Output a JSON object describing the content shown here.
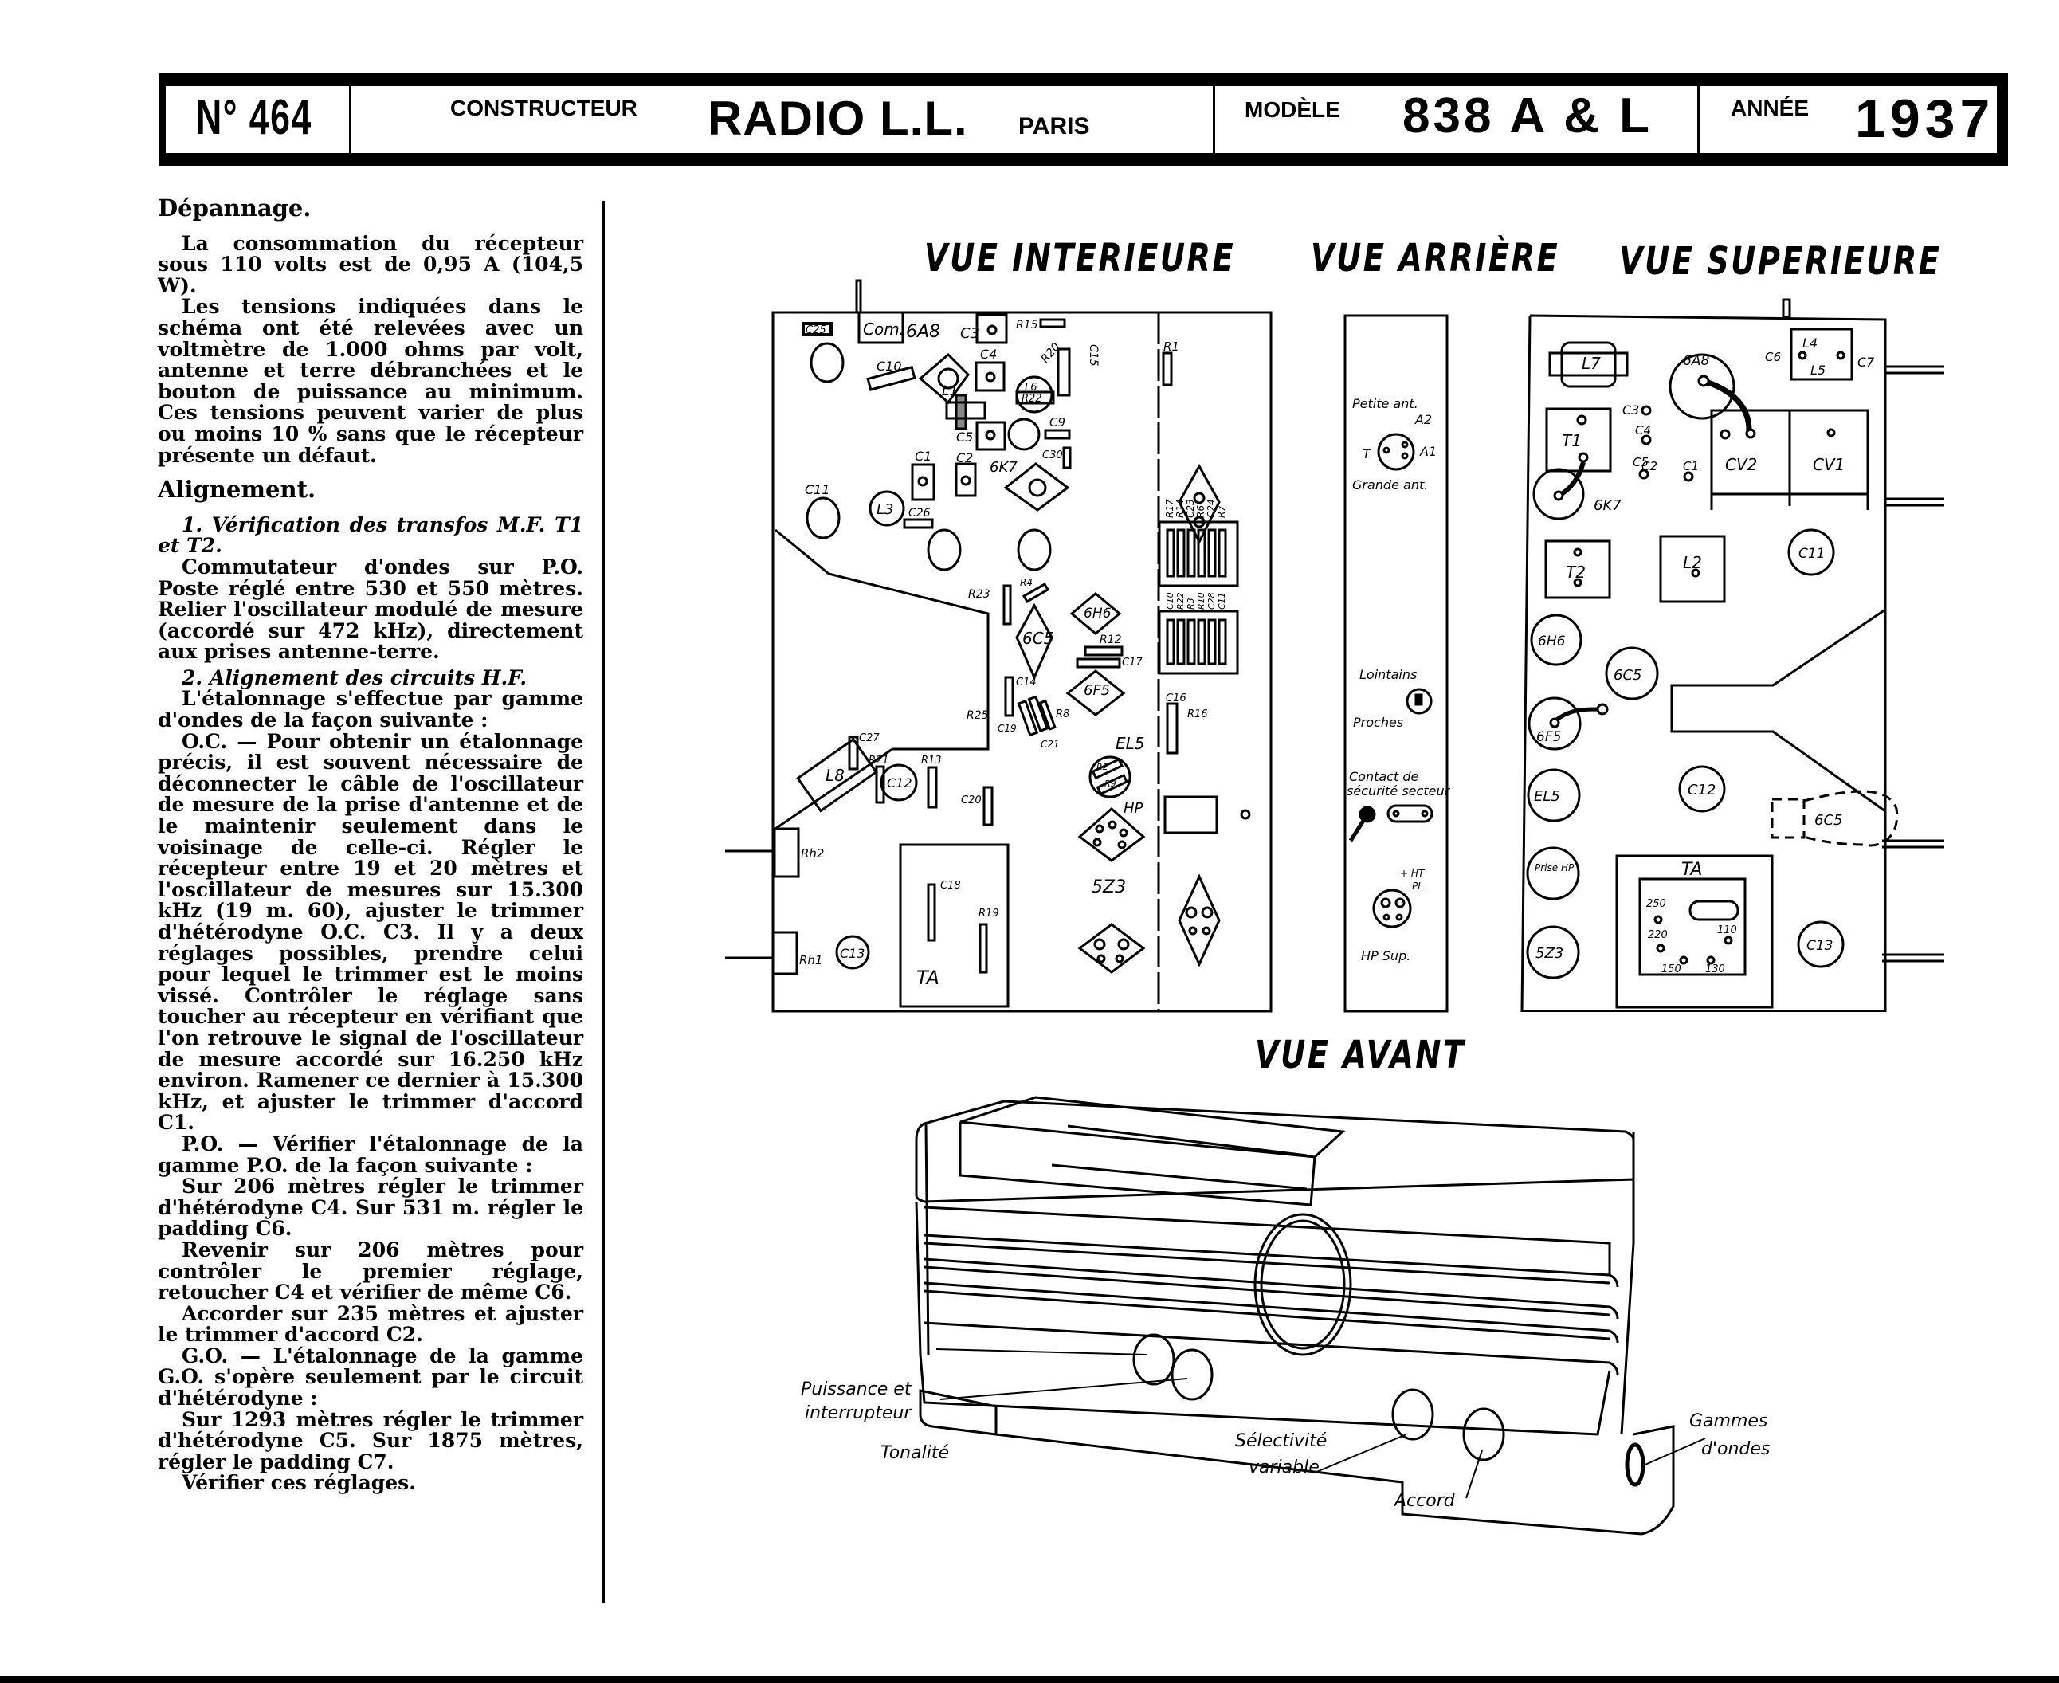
{
  "header": {
    "number": "N° 464",
    "constructeur_label": "CONSTRUCTEUR",
    "brand": "RADIO L.L.",
    "city": "PARIS",
    "modele_label": "MODÈLE",
    "model": "838 A & L",
    "annee_label": "ANNÉE",
    "year": "1937"
  },
  "text": {
    "depannage": {
      "heading": "Dépannage.",
      "paragraphs": [
        "La consommation du récepteur sous 110 volts est de 0,95 A (104,5 W).",
        "Les tensions indiquées dans le schéma ont été relevées avec un voltmètre de 1.000 ohms par volt, antenne et terre débranchées et le bouton de puissance au minimum. Ces tensions peuvent varier de plus ou moins 10 % sans que le récepteur présente un défaut."
      ]
    },
    "alignement": {
      "heading": "Alignement.",
      "step1_title": "1. Vérification des transfos M.F. T1 et T2.",
      "step1_text": "Commutateur d'ondes sur P.O. Poste réglé entre 530 et 550 mètres. Relier l'oscillateur modulé de mesure (accordé sur 472 kHz), directement aux prises antenne-terre.",
      "step2_title": "2. Alignement des circuits H.F.",
      "step2_paragraphs": [
        "L'étalonnage s'effectue par gamme d'ondes de la façon suivante :",
        "O.C. — Pour obtenir un étalonnage précis, il est souvent nécessaire de déconnecter le câble de l'oscillateur de mesure de la prise d'antenne et de le maintenir seulement dans le voisinage de celle-ci. Régler le récepteur entre 19 et 20 mètres et l'oscillateur de mesures sur 15.300 kHz (19 m. 60), ajuster le trimmer d'hétérodyne O.C. C3. Il y a deux réglages possibles, prendre celui pour lequel le trimmer est le moins vissé. Contrôler le réglage sans toucher au récepteur en vérifiant que l'on retrouve le signal de l'oscillateur de mesure accordé sur 16.250 kHz environ. Ramener ce dernier à 15.300 kHz, et ajuster le trimmer d'accord C1.",
        "P.O. — Vérifier l'étalonnage de la gamme P.O. de la façon suivante :",
        "Sur 206 mètres régler le trimmer d'hétérodyne C4. Sur 531 m. régler le padding C6.",
        "Revenir sur 206 mètres pour contrôler le premier réglage, retoucher C4 et vérifier de même C6.",
        "Accorder sur 235 mètres et ajuster le trimmer d'accord C2.",
        "G.O. — L'étalonnage de la gamme G.O. s'opère seulement par le circuit d'hétérodyne :",
        "Sur 1293 mètres régler le trimmer d'hétérodyne C5. Sur 1875 mètres, régler le padding C7.",
        "Vérifier ces réglages."
      ]
    }
  },
  "diagrams": {
    "interior": {
      "title": "VUE INTERIEURE",
      "labels": {
        "c25": "C25",
        "com": "Com.",
        "tube_6a8": "6A8",
        "c3": "C3",
        "r15": "R15",
        "r1": "R1",
        "c10": "C10",
        "l1": "L1",
        "c4": "C4",
        "r20": "R20",
        "l6": "L6",
        "r22": "R22",
        "c15": "C15",
        "c5": "C5",
        "c9": "C9",
        "c1": "C1",
        "c2": "C2",
        "c30": "C30",
        "tube_6k7": "6K7",
        "c11": "C11",
        "l3": "L3",
        "c26": "C26",
        "bank1": [
          "R17",
          "R14",
          "C23",
          "R6",
          "C24",
          "R7"
        ],
        "bank2": [
          "C10",
          "R22",
          "R3",
          "R10",
          "C28",
          "C11"
        ],
        "r23": "R23",
        "r4": "R4",
        "tube_6h6": "6H6",
        "tube_6c5": "6C5",
        "r12": "R12",
        "c17": "C17",
        "c14": "C14",
        "tube_6f5": "6F5",
        "r25": "R25",
        "c19": "C19",
        "r8": "R8",
        "c21": "C21",
        "c27": "C27",
        "r21": "R21",
        "r13": "R13",
        "c12": "C12",
        "l8": "L8",
        "tube_el5": "EL5",
        "r2": "R2",
        "r9": "R9",
        "c16": "C16",
        "r16": "R16",
        "c20": "C20",
        "hp": "HP",
        "rh2": "Rh2",
        "rh1": "Rh1",
        "c13": "C13",
        "c18": "C18",
        "r19": "R19",
        "ta": "TA",
        "tube_5z3": "5Z3"
      }
    },
    "rear": {
      "title": "VUE ARRIÈRE",
      "labels": {
        "petite_ant": "Petite ant.",
        "a2": "A2",
        "t": "T",
        "a1": "A1",
        "grande_ant": "Grande ant.",
        "lointains": "Lointains",
        "proches": "Proches",
        "contact": "Contact de",
        "securite": "sécurité secteur",
        "ht": "+ HT",
        "pl": "PL",
        "hp_sup": "HP Sup."
      }
    },
    "top": {
      "title": "VUE SUPERIEURE",
      "labels": {
        "l7": "L7",
        "c3": "C3",
        "c4": "C4",
        "c5": "C5",
        "tube_6a8": "6A8",
        "c6": "C6",
        "l4": "L4",
        "l5": "L5",
        "c7": "C7",
        "t1": "T1",
        "c2": "C2",
        "c1": "C1",
        "cv2": "CV2",
        "cv1": "CV1",
        "tube_6k7": "6K7",
        "t2": "T2",
        "l2": "L2",
        "c11": "C11",
        "tube_6h6": "6H6",
        "tube_6c5": "6C5",
        "tube_6f5": "6F5",
        "tube_el5": "EL5",
        "c12": "C12",
        "tube_6c5_dashed": "6C5",
        "prise_hp": "Prise HP",
        "ta": "TA",
        "v250": "250",
        "v220": "220",
        "v110": "110",
        "v150": "150",
        "v130": "130",
        "tube_5z3": "5Z3",
        "c13": "C13"
      }
    },
    "front": {
      "title": "VUE AVANT",
      "labels": {
        "puissance": "Puissance et",
        "interrupteur": "interrupteur",
        "tonalite": "Tonalité",
        "selectivite": "Sélectivité",
        "variable": "variable",
        "accord": "Accord",
        "gammes": "Gammes",
        "ondes": "d'ondes"
      }
    }
  }
}
